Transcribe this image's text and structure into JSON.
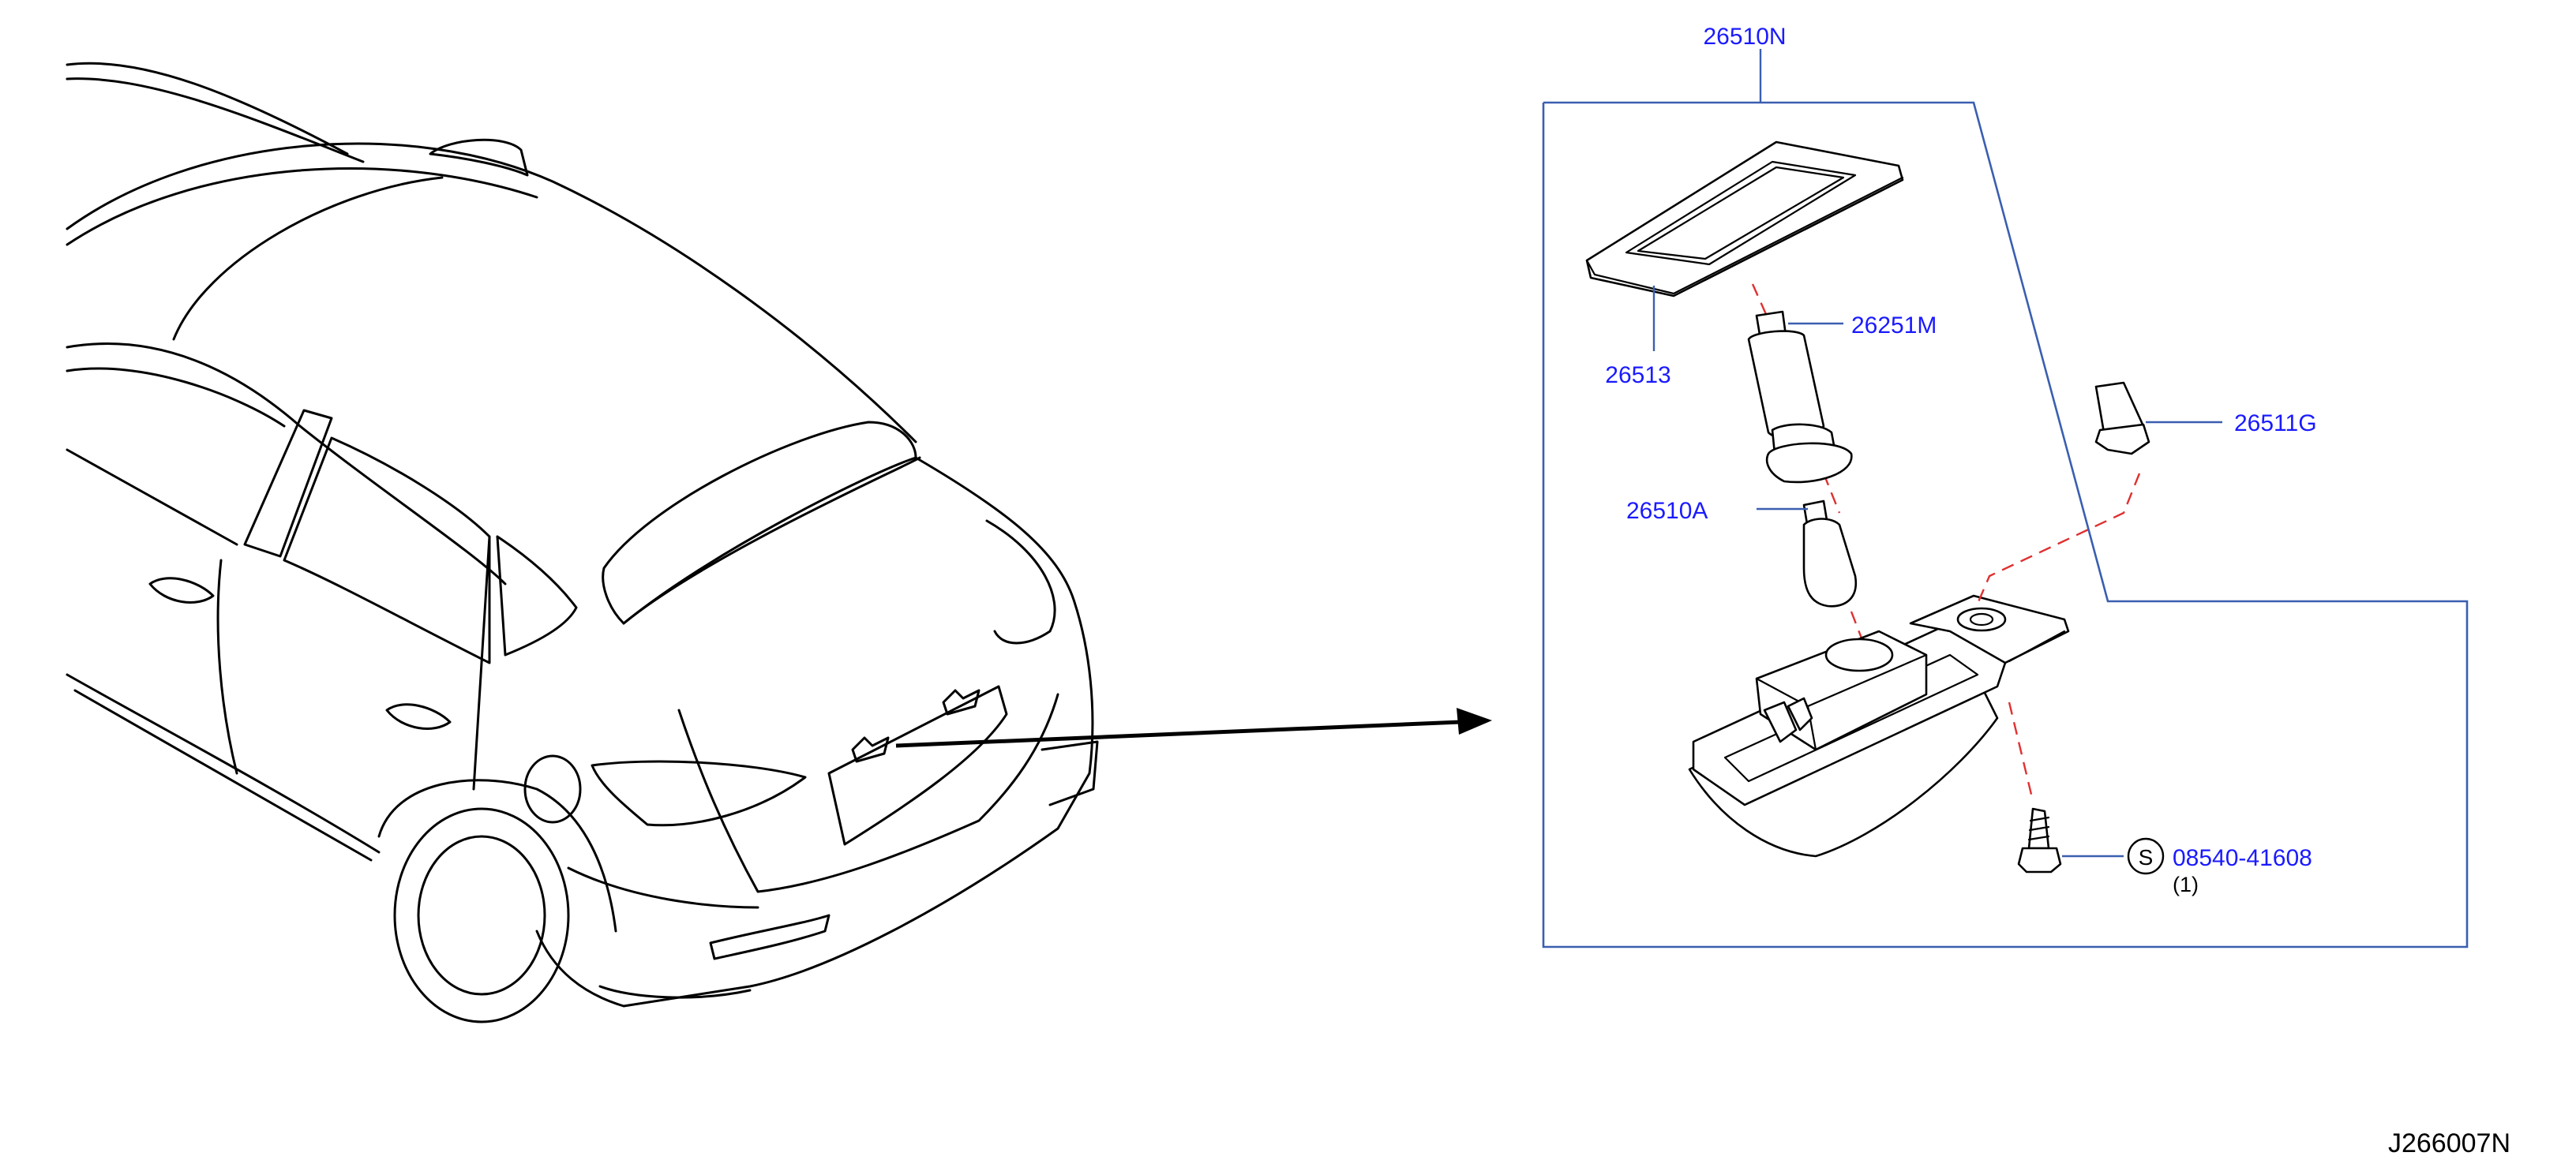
{
  "diagram": {
    "assembly_label": "26510N",
    "parts": [
      {
        "id": "lens",
        "number": "26513"
      },
      {
        "id": "socket",
        "number": "26251M"
      },
      {
        "id": "bulb",
        "number": "26510A"
      },
      {
        "id": "clip",
        "number": "26511G"
      },
      {
        "id": "screw",
        "number": "08540-41608",
        "symbol": "S",
        "quantity": "(1)"
      }
    ],
    "drawing_code": "J266007N"
  }
}
